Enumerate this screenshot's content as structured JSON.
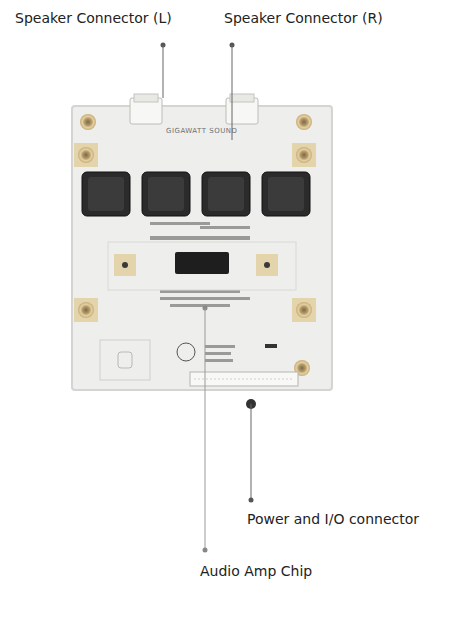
{
  "diagram": {
    "labels": [
      "Speaker Connector (L)",
      "Speaker Connector (R)",
      "GIGAWATT SOUND",
      "Power and I/O connector",
      "Audio Amp Chip"
    ]
  }
}
